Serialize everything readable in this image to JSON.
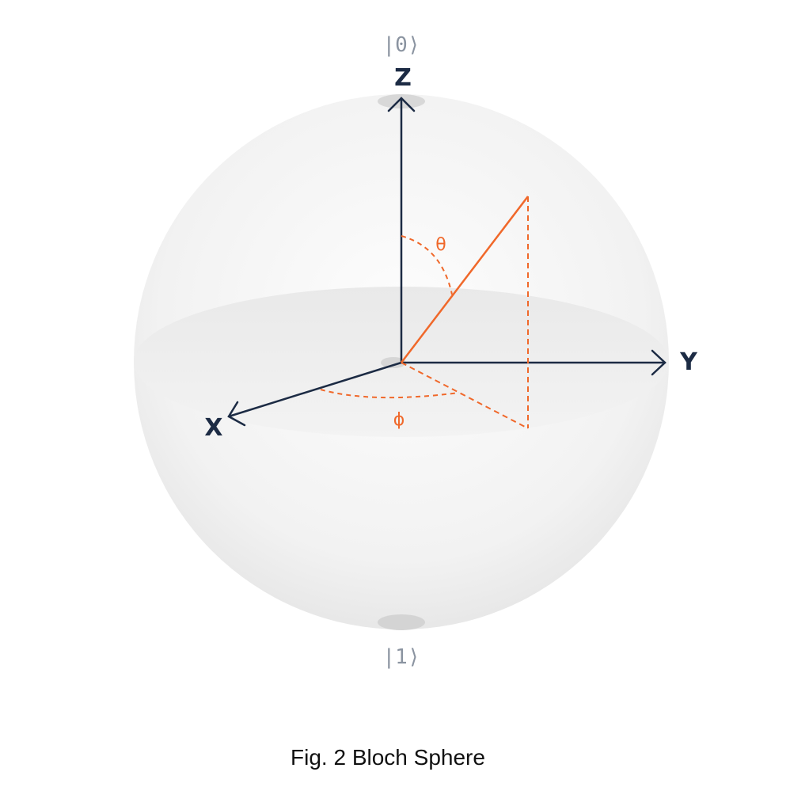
{
  "labels": {
    "ket_zero": "|0⟩",
    "ket_one": "|1⟩",
    "axis_z": "Z",
    "axis_y": "Y",
    "axis_x": "X",
    "theta": "θ",
    "phi": "ϕ"
  },
  "caption": "Fig. 2 Bloch Sphere",
  "colors": {
    "axis": "#1c2b44",
    "state_vector": "#f0682a",
    "sphere": "#f3f3f3",
    "ket_text": "#8a93a0"
  }
}
